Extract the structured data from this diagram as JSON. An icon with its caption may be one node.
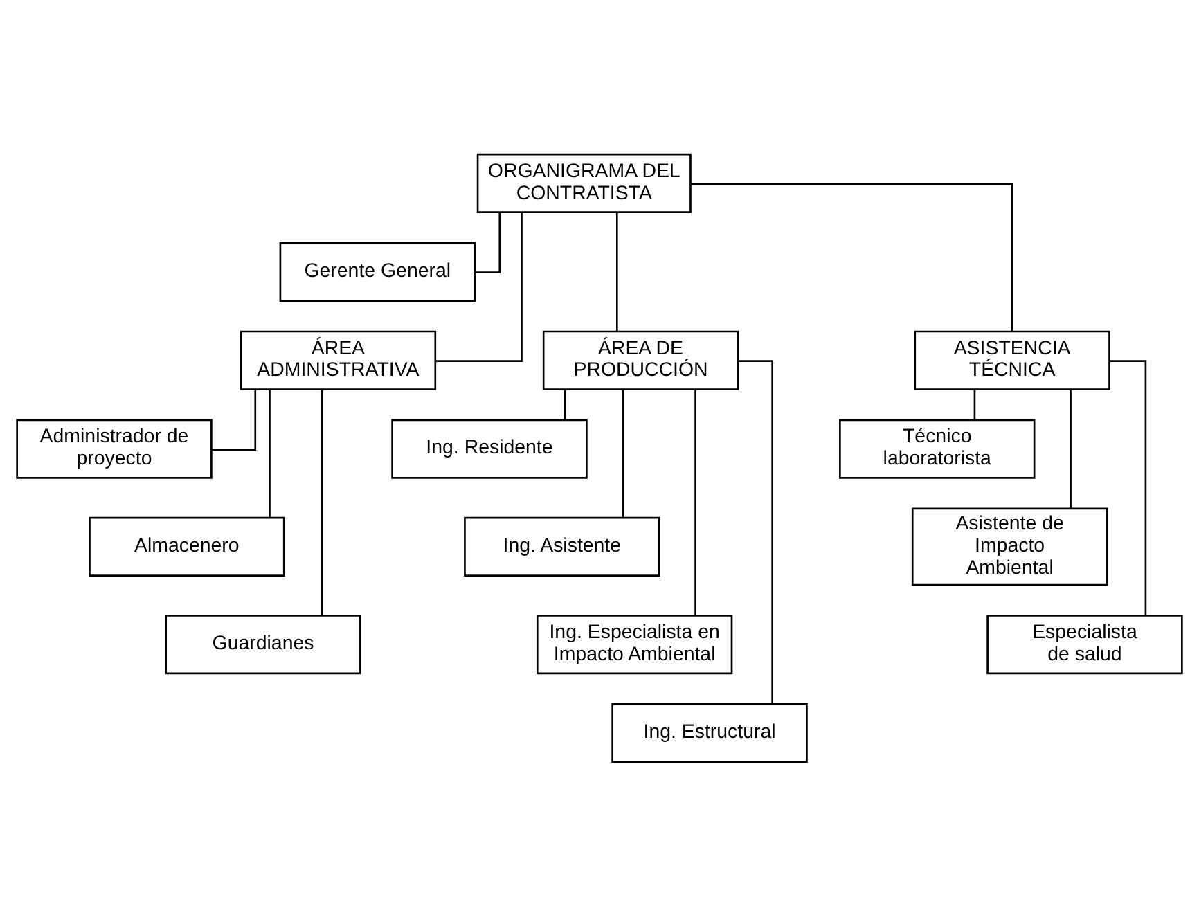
{
  "diagram": {
    "nodes": [
      {
        "text": [
          "ORGANIGRAMA DEL CONTRATISTA"
        ]
      },
      {
        "text": [
          "Gerente General"
        ]
      },
      {
        "text": [
          "ÁREA DE PRODUCCIÓN"
        ]
      },
      {
        "text": [
          "ÁREA ADMINISTRATIVA"
        ]
      },
      {
        "text": [
          "ASISTENCIA TÉCNICA"
        ]
      },
      {
        "text": [
          "Ing. Residente"
        ]
      },
      {
        "text": [
          "Ing. Asistente"
        ]
      },
      {
        "text": [
          "Ing. Especialista en Impacto Ambiental"
        ]
      },
      {
        "text": [
          "Ing. Estructural"
        ]
      },
      {
        "text": [
          "Administrador de proyecto"
        ]
      },
      {
        "text": [
          "Almacenero"
        ]
      },
      {
        "text": [
          "Guardianes"
        ]
      },
      {
        "text": [
          "Técnico laboratorista"
        ]
      },
      {
        "text": [
          "Asistente de Impacto Ambiental"
        ]
      },
      {
        "text": [
          "Especialista de salud"
        ]
      }
    ],
    "edges": [
      {
        "from": 0,
        "to": 1,
        "arrow": "none"
      },
      {
        "from": 0,
        "to": 2,
        "arrow": "none"
      },
      {
        "from": 0,
        "to": 3,
        "arrow": "none"
      },
      {
        "from": 0,
        "to": 4,
        "arrow": "none"
      },
      {
        "from": 2,
        "to": 5,
        "arrow": "none"
      },
      {
        "from": 2,
        "to": 6,
        "arrow": "none"
      },
      {
        "from": 2,
        "to": 7,
        "arrow": "none"
      },
      {
        "from": 2,
        "to": 8,
        "arrow": "none"
      },
      {
        "from": 3,
        "to": 9,
        "arrow": "none"
      },
      {
        "from": 3,
        "to": 10,
        "arrow": "none"
      },
      {
        "from": 3,
        "to": 11,
        "arrow": "none"
      },
      {
        "from": 4,
        "to": 12,
        "arrow": "none"
      },
      {
        "from": 4,
        "to": 13,
        "arrow": "none"
      },
      {
        "from": 4,
        "to": 14,
        "arrow": "none"
      }
    ]
  }
}
